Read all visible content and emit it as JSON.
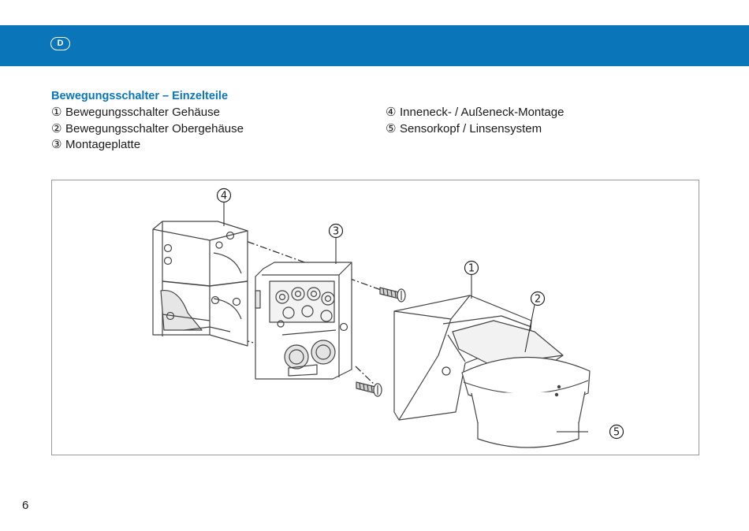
{
  "header": {
    "language_badge": "D"
  },
  "section": {
    "title": "Bewegungsschalter – Einzelteile",
    "parts_left": [
      {
        "number": "①",
        "label": "Bewegungsschalter Gehäuse"
      },
      {
        "number": "②",
        "label": "Bewegungsschalter Obergehäuse"
      },
      {
        "number": "③",
        "label": "Montageplatte"
      }
    ],
    "parts_right": [
      {
        "number": "④",
        "label": "Inneneck- / Außeneck-Montage"
      },
      {
        "number": "⑤",
        "label": "Sensorkopf / Linsensystem"
      }
    ]
  },
  "figure": {
    "callouts": [
      "1",
      "2",
      "3",
      "4",
      "5"
    ]
  },
  "footer": {
    "page_number": "6"
  }
}
